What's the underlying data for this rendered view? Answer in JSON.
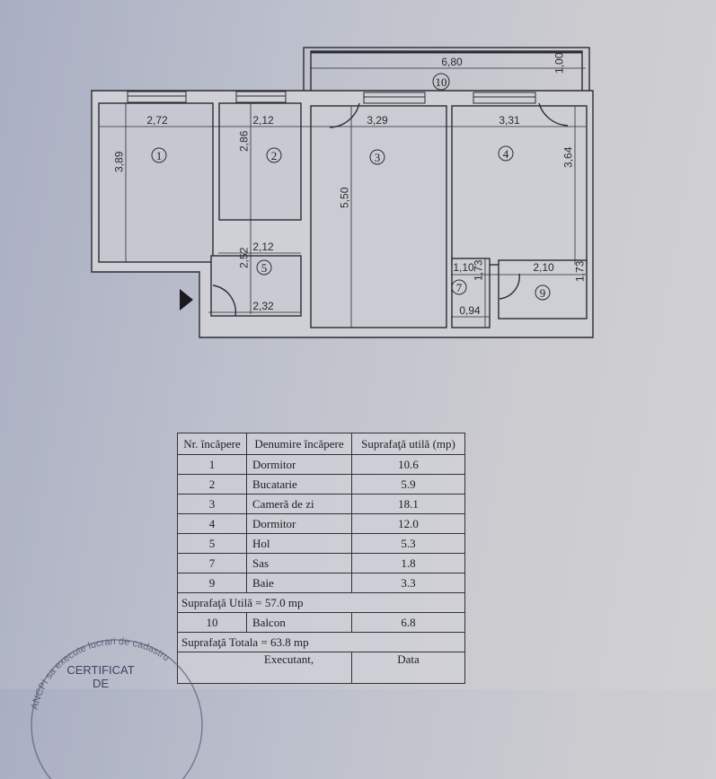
{
  "plan": {
    "rooms": [
      {
        "number": "1"
      },
      {
        "number": "2"
      },
      {
        "number": "3"
      },
      {
        "number": "4"
      },
      {
        "number": "5"
      },
      {
        "number": "7"
      },
      {
        "number": "9"
      },
      {
        "number": "10"
      }
    ],
    "dimensions": {
      "balcony_width": "6,80",
      "balcony_depth": "1,00",
      "r1_width": "2,72",
      "r1_height": "3,89",
      "r2_width": "2,12",
      "r2_height": "2,86",
      "r3_width": "3,29",
      "r3_height": "5,50",
      "r4_width": "3,31",
      "r4_height": "3,64",
      "r5_width_top": "2,12",
      "r5_height": "2,52",
      "r5_width_bottom": "2,32",
      "r7_width_top": "1,10",
      "r7_height": "1,73",
      "r7_width_bottom": "0,94",
      "r9_width": "2,10",
      "r9_height": "1,73"
    }
  },
  "table": {
    "headers": [
      "Nr. încăpere",
      "Denumire încăpere",
      "Suprafaţă utilă (mp)"
    ],
    "rows": [
      [
        "1",
        "Dormitor",
        "10.6"
      ],
      [
        "2",
        "Bucatarie",
        "5.9"
      ],
      [
        "3",
        "Cameră  de zi",
        "18.1"
      ],
      [
        "4",
        "Dormitor",
        "12.0"
      ],
      [
        "5",
        "Hol",
        "5.3"
      ],
      [
        "7",
        "Sas",
        "1.8"
      ],
      [
        "9",
        "Baie",
        "3.3"
      ]
    ],
    "useful_total": "Suprafaţă Utilă = 57.0 mp",
    "balcony_row": [
      "10",
      "Balcon",
      "6.8"
    ],
    "grand_total": "Suprafaţă Totala  = 63.8 mp",
    "executant_label": "Executant,",
    "date_label": "Data"
  },
  "stamp": {
    "arc_text": "ANCPI sa execute lucrari de cadastru",
    "line1": "CERTIFICAT",
    "line2": "DE"
  }
}
